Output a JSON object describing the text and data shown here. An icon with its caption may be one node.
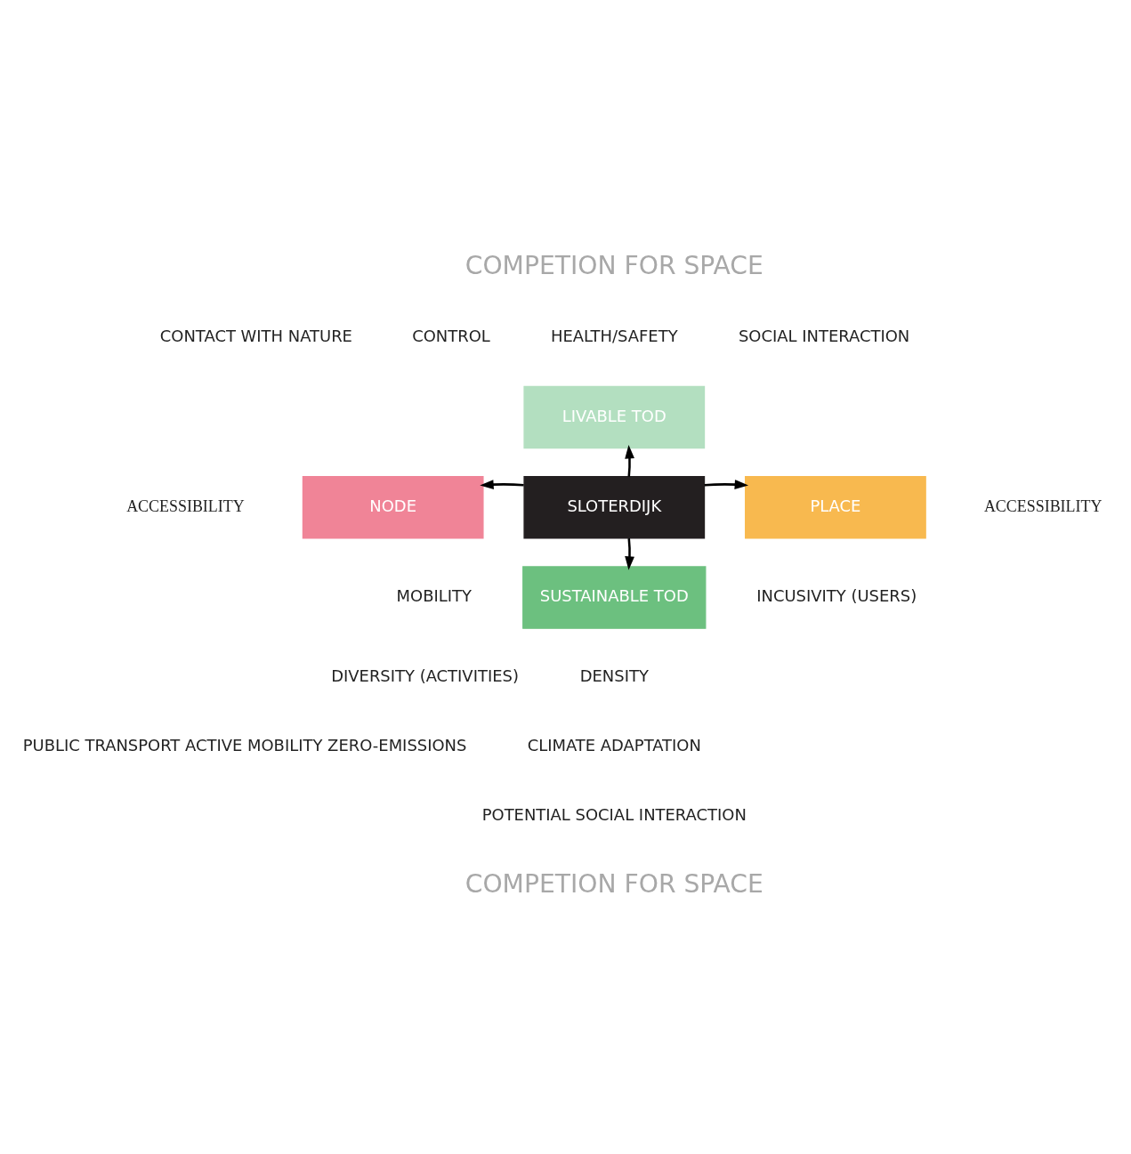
{
  "diagram": {
    "nodes": [
      {
        "text": [
          "LIVABLE TOD"
        ]
      },
      {
        "text": [
          "NODE"
        ]
      },
      {
        "text": [
          "SLOTERDIJK"
        ]
      },
      {
        "text": [
          "PLACE"
        ]
      },
      {
        "text": [
          "SUSTAINABLE TOD"
        ]
      }
    ],
    "edges": [
      {
        "from": 2,
        "to": 0,
        "arrow": "to"
      },
      {
        "from": 2,
        "to": 1,
        "arrow": "to"
      },
      {
        "from": 2,
        "to": 3,
        "arrow": "to"
      },
      {
        "from": 2,
        "to": 4,
        "arrow": "to"
      }
    ],
    "labels": [
      "COMPETION FOR SPACE",
      "CONTACT WITH NATURE",
      "CONTROL",
      "HEALTH/SAFETY",
      "SOCIAL INTERACTION",
      "ACCESSIBILITY",
      "ACCESSIBILITY",
      "MOBILITY",
      "INCUSIVITY (USERS)",
      "DIVERSITY (ACTIVITIES)",
      "DENSITY",
      "PUBLIC TRANSPORT ACTIVE MOBILITY ZERO-EMISSIONS",
      "CLIMATE ADAPTATION",
      "POTENTIAL SOCIAL INTERACTION",
      "COMPETION FOR SPACE"
    ]
  }
}
